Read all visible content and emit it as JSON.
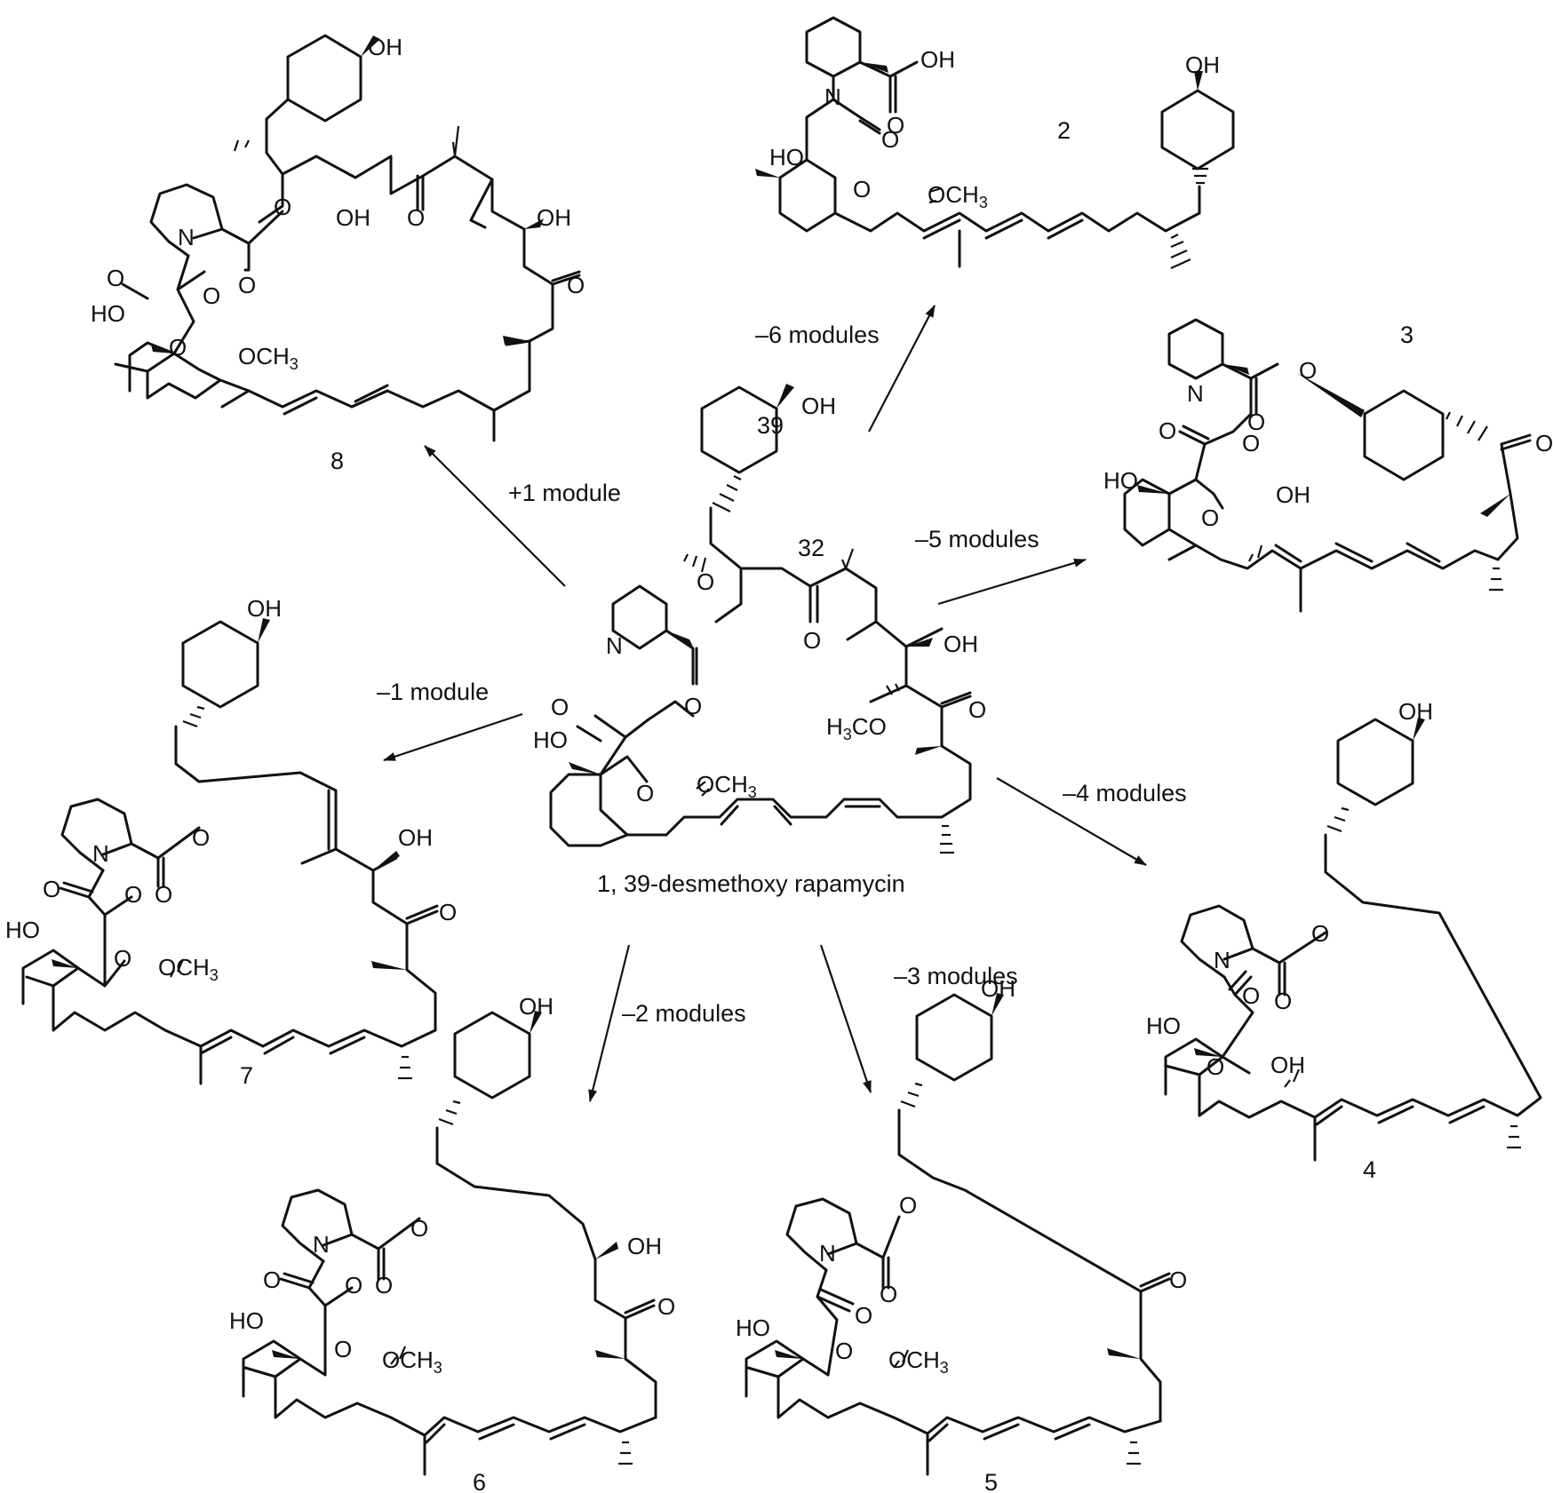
{
  "atoms": {
    "oh": "OH",
    "ho": "HO",
    "och3_base": "OCH",
    "och3_sub": "3",
    "h3co_h": "H",
    "h3co_3": "3",
    "h3co_co": "CO",
    "n": "N",
    "o": "O"
  },
  "central": {
    "caption": "1, 39-desmethoxy rapamycin",
    "pos32": "32",
    "pos39": "39"
  },
  "compounds": {
    "c2": "2",
    "c3": "3",
    "c4": "4",
    "c5": "5",
    "c6": "6",
    "c7": "7",
    "c8": "8"
  },
  "arrows": {
    "plus1": "+1 module",
    "minus1": "–1 module",
    "minus2": "–2 modules",
    "minus3": "–3 modules",
    "minus4": "–4 modules",
    "minus5": "–5 modules",
    "minus6": "–6 modules"
  }
}
